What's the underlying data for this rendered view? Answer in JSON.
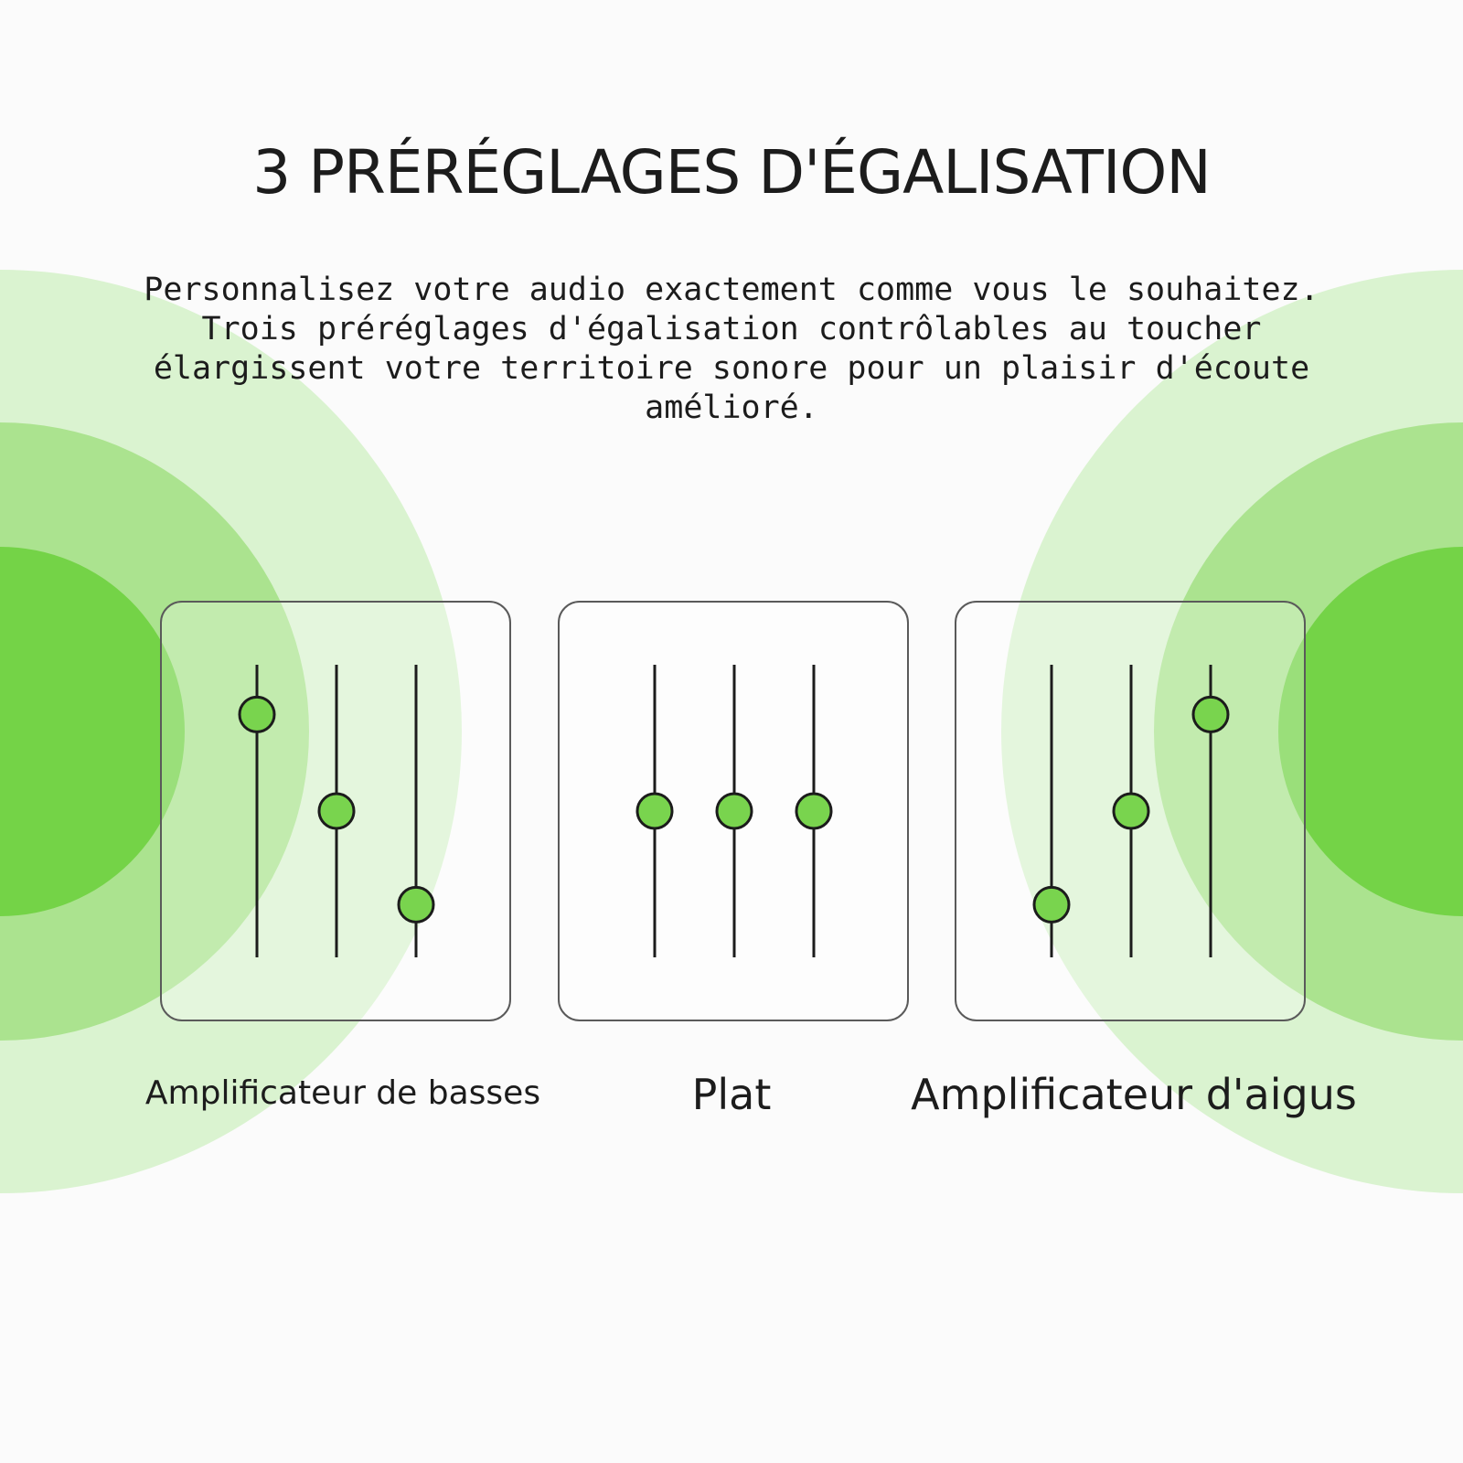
{
  "title": "3 PRÉRÉGLAGES D'ÉGALISATION",
  "description": [
    "Personnalisez votre audio exactement comme vous le souhaitez.",
    "Trois préréglages d'égalisation contrôlables au toucher",
    "élargissent votre territoire sonore pour un plaisir d'écoute",
    "amélioré."
  ],
  "colors": {
    "knob": "#79d44e",
    "knob_stroke": "#1c1c1c",
    "slider_line": "#1c1c1c",
    "ring_light": "#daf3d0",
    "ring_mid": "#abe38f",
    "ring_core": "#74d347"
  },
  "presets": [
    {
      "label": "Amplificateur de basses",
      "icon": "equalizer-icon",
      "levels": [
        0.83,
        0.5,
        0.18
      ]
    },
    {
      "label": "Plat",
      "icon": "equalizer-icon",
      "levels": [
        0.5,
        0.5,
        0.5
      ]
    },
    {
      "label": "Amplificateur d'aigus",
      "icon": "equalizer-icon",
      "levels": [
        0.18,
        0.5,
        0.83
      ]
    }
  ]
}
